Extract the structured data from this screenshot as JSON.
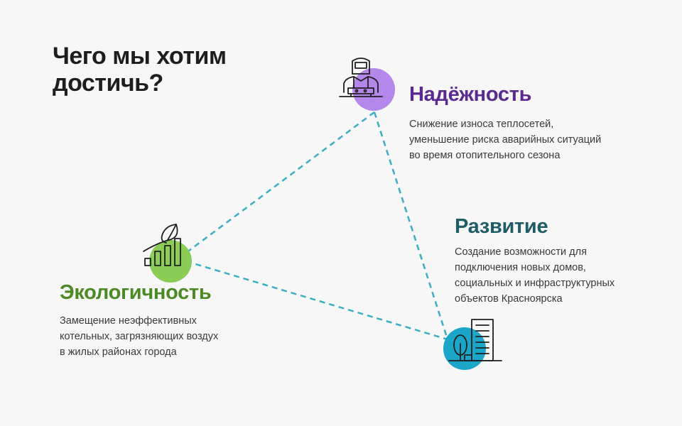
{
  "title": "Чего мы хотим\nдостичь?",
  "colors": {
    "reliability": "#b388ea",
    "reliability_text": "#5a2a8e",
    "development": "#1ba6c9",
    "development_text": "#1e5c66",
    "ecology": "#8ccd57",
    "ecology_text": "#4c8a25",
    "connector": "#3aaec4",
    "icon_stroke": "#1f1f1f"
  },
  "goals": [
    {
      "id": "reliability",
      "heading": "Надёжность",
      "description": "Снижение износа теплосетей,\nуменьшение риска аварийных ситуаций\nво время отопительного сезона",
      "icon": "welder-icon"
    },
    {
      "id": "development",
      "heading": "Развитие",
      "description": "Создание возможности для\nподключения новых домов,\nсоциальных и инфраструктурных\nобъектов Красноярска",
      "icon": "buildings-icon"
    },
    {
      "id": "ecology",
      "heading": "Экологичность",
      "description": "Замещение неэффективных\nкотельных, загрязняющих воздух\nв жилых районах города",
      "icon": "growth-leaf-icon"
    }
  ]
}
